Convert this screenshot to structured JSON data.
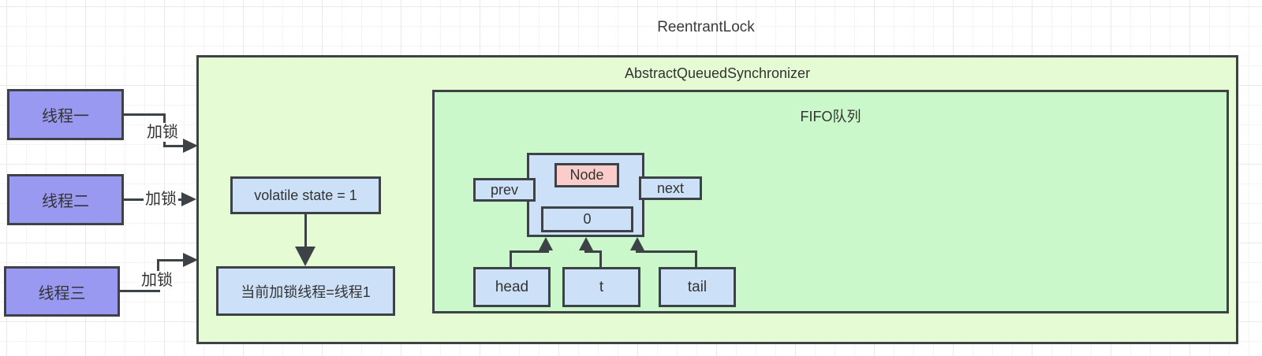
{
  "diagram": {
    "title": "ReentrantLock",
    "aqs_label": "AbstractQueuedSynchronizer",
    "fifo_label": "FIFO队列",
    "threads": [
      {
        "label": "线程一",
        "action": "加锁"
      },
      {
        "label": "线程二",
        "action": "加锁"
      },
      {
        "label": "线程三",
        "action": "加锁"
      }
    ],
    "state_box": "volatile state = 1",
    "owner_box": "当前加锁线程=线程1",
    "node": {
      "title": "Node",
      "prev": "prev",
      "next": "next",
      "value": "0"
    },
    "pointers": [
      "head",
      "t",
      "tail"
    ],
    "colors": {
      "thread_fill": "#9a99f1",
      "aqs_fill": "#e4fbd4",
      "fifo_fill": "#cbf8ca",
      "blue_fill": "#cce0f7",
      "node_fill": "#fbcdca",
      "stroke": "#3c4245"
    }
  }
}
